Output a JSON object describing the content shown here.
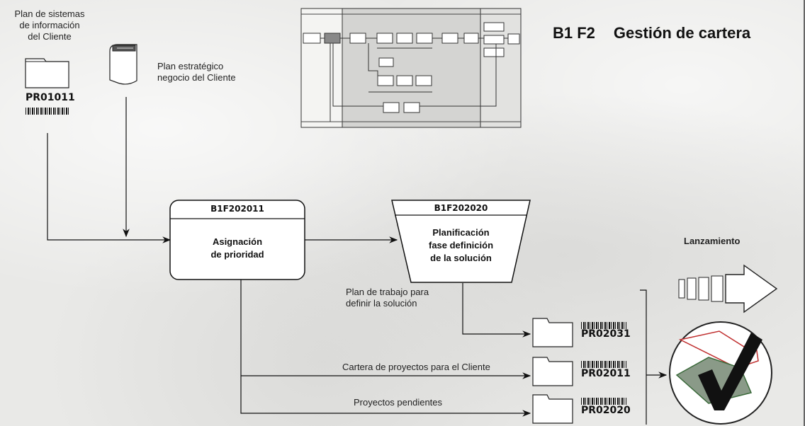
{
  "title": {
    "code": "B1 F2",
    "name": "Gestión de cartera"
  },
  "inputs": {
    "plan_sistemas": {
      "label_line1": "Plan de sistemas",
      "label_line2": "de información",
      "label_line3": "del Cliente",
      "code": "PR01011",
      "icon": "folder-icon"
    },
    "plan_estrategico": {
      "label_line1": "Plan estratégico",
      "label_line2": "negocio del Cliente",
      "icon": "book-icon"
    }
  },
  "processes": [
    {
      "code": "B1F202011",
      "label_line1": "Asignación",
      "label_line2": "de prioridad",
      "shape": "rounded-box"
    },
    {
      "code": "B1F202020",
      "label_line1": "Planificación",
      "label_line2": "fase definición",
      "label_line3": "de la solución",
      "shape": "trapezoid"
    }
  ],
  "outputs": [
    {
      "label_line1": "Plan de trabajo para",
      "label_line2": "definir la solución",
      "code": "PR02031",
      "icon": "folder-icon"
    },
    {
      "label": "Cartera de proyectos para el Cliente",
      "code": "PR02011",
      "icon": "folder-icon"
    },
    {
      "label": "Proyectos pendientes",
      "code": "PR02020",
      "icon": "folder-icon"
    }
  ],
  "next_step": {
    "label": "Lanzamiento",
    "icon": "arrow-right-icon",
    "checkmark_icon": "checkmark-icon"
  },
  "thumbnail": {
    "icon": "process-map-thumbnail"
  }
}
